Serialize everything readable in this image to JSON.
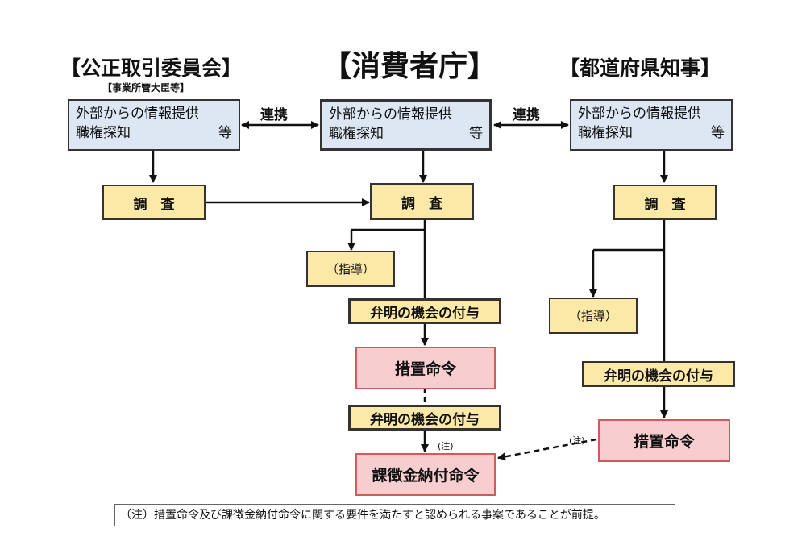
{
  "titles": {
    "left": "【公正取引委員会】",
    "left_sub": "【事業所管大臣等】",
    "center": "【消費者庁】",
    "right": "【都道府県知事】"
  },
  "info_box": {
    "line1": "外部からの情報提供",
    "line2_left": "職権探知",
    "line2_right": "等"
  },
  "link_label": "連携",
  "investigation": "調　査",
  "guidance": "（指導）",
  "hearing": "弁明の機会の付与",
  "order": "措置命令",
  "surcharge_order": "課徴金納付命令",
  "note_mark": "(注)",
  "footnote": "（注）措置命令及び課徴金納付命令に関する要件を満たすと認められる事案であることが前提。",
  "colors": {
    "info_fill": "#dde7f4",
    "yellow_fill": "#fde9a7",
    "pink_fill": "#f8cdd0",
    "pink_border": "#cf5b5b"
  }
}
